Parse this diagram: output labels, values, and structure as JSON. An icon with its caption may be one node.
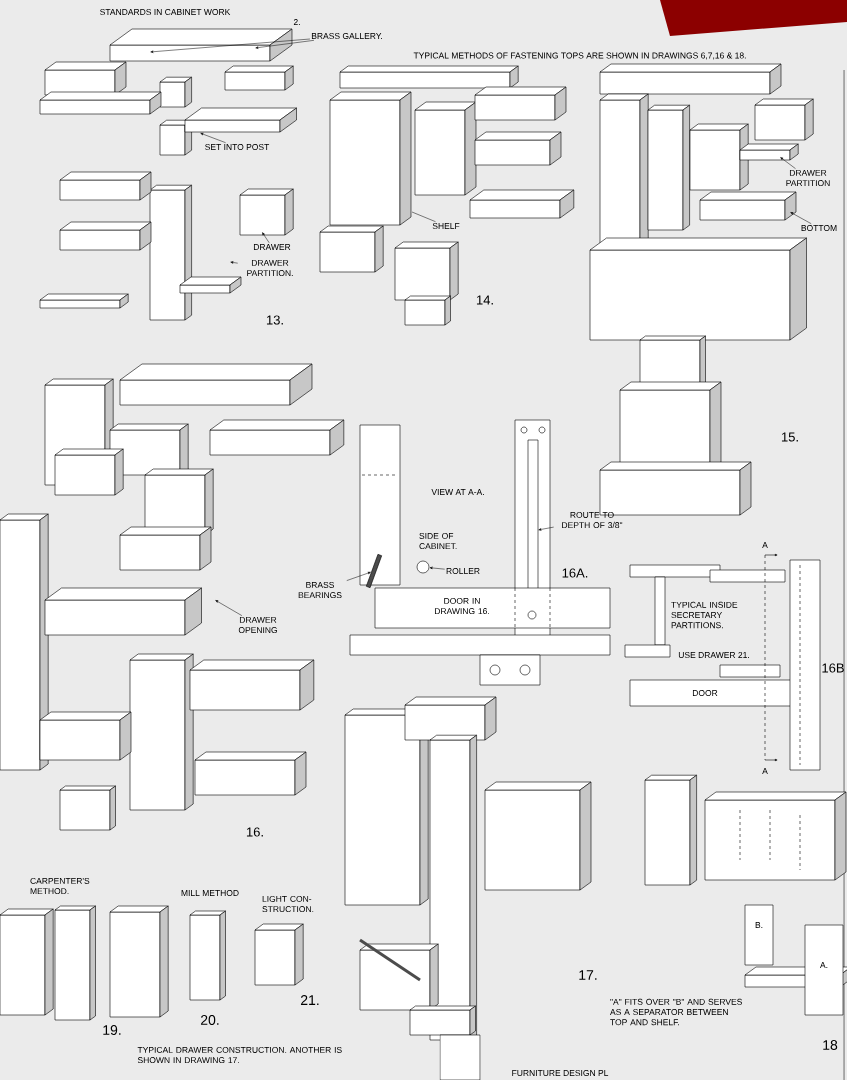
{
  "diagram": {
    "title": "STANDARDS IN CABINET WORK",
    "nodes": [
      {
        "text": [
          "BRASS GALLERY."
        ]
      },
      {
        "text": [
          "SET INTO POST"
        ]
      },
      {
        "text": [
          "DRAWER"
        ]
      },
      {
        "text": [
          "DRAWER PARTITION."
        ]
      },
      {
        "text": [
          "SHELF"
        ]
      },
      {
        "text": [
          "DRAWER PARTITION"
        ]
      },
      {
        "text": [
          "BOTTOM"
        ]
      },
      {
        "text": [
          "DRAWER OPENING"
        ]
      },
      {
        "text": [
          "ROUTE TO DEPTH OF 3/8\""
        ]
      },
      {
        "text": [
          "ROLLER"
        ]
      },
      {
        "text": [],
        "shape": "circle"
      },
      {
        "text": [
          "BRASS BEARINGS"
        ]
      },
      {
        "text": [],
        "shape": "bar"
      }
    ],
    "edges": [
      {
        "from": 0,
        "to": null,
        "arrow": "to"
      },
      {
        "from": 0,
        "to": null,
        "arrow": "to"
      },
      {
        "from": 1,
        "to": null,
        "arrow": "to"
      },
      {
        "from": 2,
        "to": null,
        "arrow": "to"
      },
      {
        "from": 3,
        "to": null,
        "arrow": "to"
      },
      {
        "from": 4,
        "to": null,
        "arrow": "none"
      },
      {
        "from": 5,
        "to": null,
        "arrow": "to"
      },
      {
        "from": 6,
        "to": null,
        "arrow": "to"
      },
      {
        "from": 7,
        "to": null,
        "arrow": "to"
      },
      {
        "from": 8,
        "to": null,
        "arrow": "to"
      },
      {
        "from": 9,
        "to": 10,
        "arrow": "to"
      },
      {
        "from": 11,
        "to": 12,
        "arrow": "to"
      }
    ],
    "labels": [
      "2.",
      "TYPICAL METHODS OF FASTENING TOPS ARE SHOWN IN DRAWINGS 6,7,16 & 18.",
      "13.",
      "14.",
      "15.",
      "VIEW AT A-A.",
      "SIDE OF CABINET.",
      "DOOR IN DRAWING 16.",
      "16A.",
      "A",
      "TYPICAL INSIDE SECRETARY PARTITIONS.",
      "USE DRAWER 21.",
      "DOOR",
      "16B",
      "A",
      "16.",
      "CARPENTER'S METHOD.",
      "MILL METHOD",
      "LIGHT CON- STRUCTION.",
      "19.",
      "20.",
      "21.",
      "17.",
      "B.",
      "A.",
      "TYPICAL DRAWER CONSTRUCTION. ANOTHER IS SHOWN IN DRAWING 17.",
      "\"A\" FITS OVER \"B\" AND SERVES AS A SEPARATOR BETWEEN TOP AND SHELF.",
      "18",
      "FURNITURE DESIGN PL"
    ]
  }
}
